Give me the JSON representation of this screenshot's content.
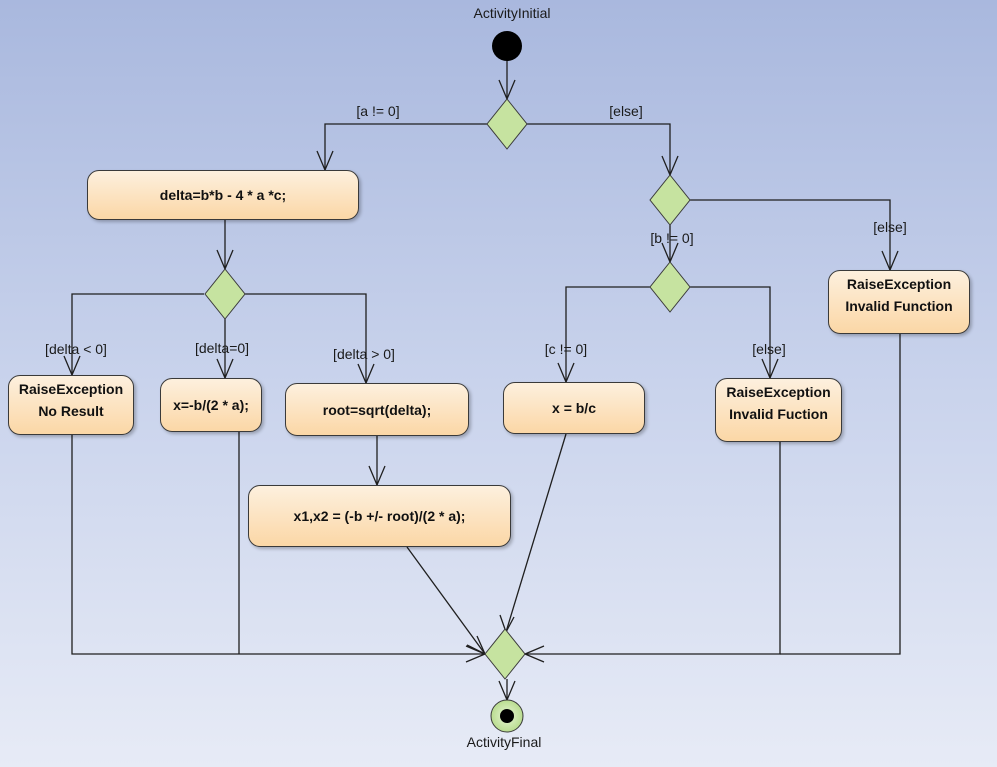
{
  "nodes": {
    "initial_label": "ActivityInitial",
    "final_label": "ActivityFinal",
    "delta": "delta=b*b - 4 * a *c;",
    "raise_no_result": "RaiseException\nNo Result",
    "x_single": "x=-b/(2 * a);",
    "root": "root=sqrt(delta);",
    "x1x2": "x1,x2 = (-b +/- root)/(2 * a);",
    "x_bc": "x = b/c",
    "raise_invalid_fuction": "RaiseException\nInvalid Fuction",
    "raise_invalid_function": "RaiseException\nInvalid Function"
  },
  "guards": {
    "a_not_zero": "[a != 0]",
    "else_1": "[else]",
    "delta_lt_zero": "[delta < 0]",
    "delta_eq_zero": "[delta=0]",
    "delta_gt_zero": "[delta > 0]",
    "b_not_zero": "[b != 0]",
    "else_2": "[else]",
    "c_not_zero": "[c != 0]",
    "else_3": "[else]"
  },
  "colors": {
    "activity_fill_top": "#fdf0de",
    "activity_fill_bottom": "#fbd7a6",
    "decision_fill": "#c6e3a0",
    "line": "#1f1f1f"
  }
}
